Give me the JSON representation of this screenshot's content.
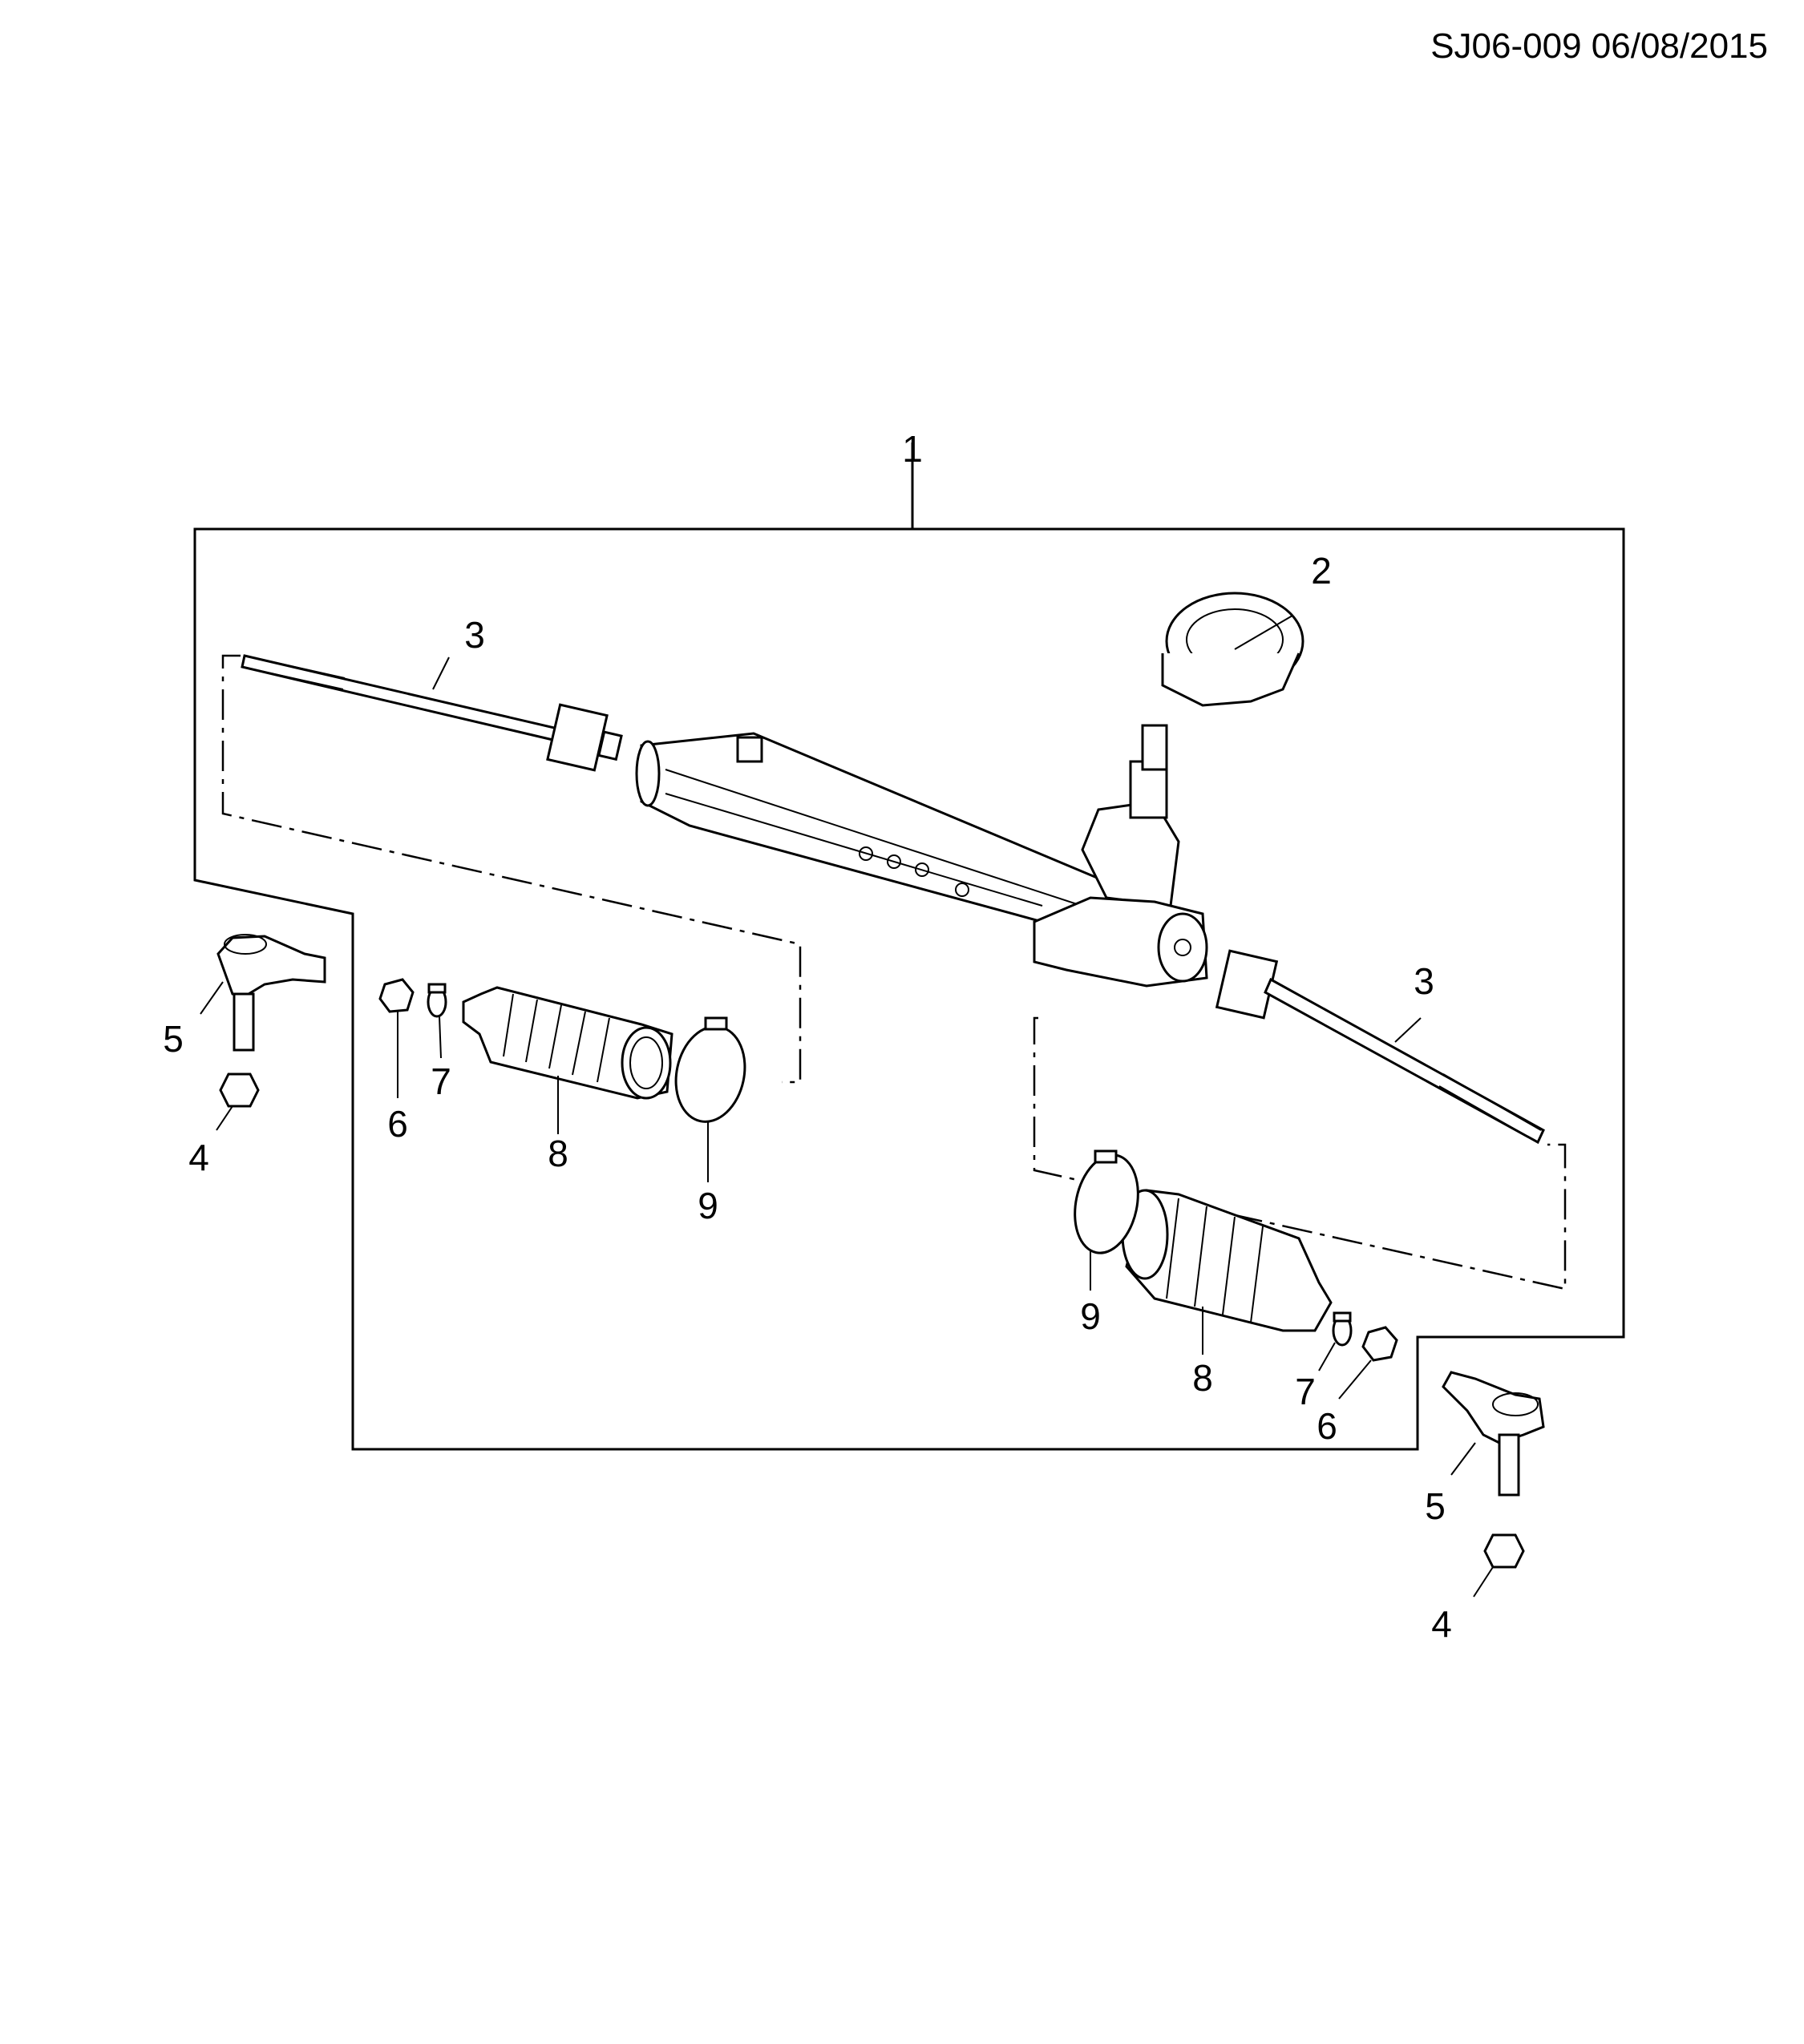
{
  "document": {
    "id": "SJ06-009 06/08/2015"
  },
  "callouts": {
    "assembly": "1",
    "boot_seal": "2",
    "tie_rod_left": "3",
    "tie_rod_right": "3",
    "nut_left": "4",
    "nut_right": "4",
    "tie_rod_end_left": "5",
    "tie_rod_end_right": "5",
    "jam_nut_left": "6",
    "jam_nut_right": "6",
    "clamp_small_left": "7",
    "clamp_small_right": "7",
    "boot_left": "8",
    "boot_right": "8",
    "clamp_large_left": "9",
    "clamp_large_right": "9"
  }
}
